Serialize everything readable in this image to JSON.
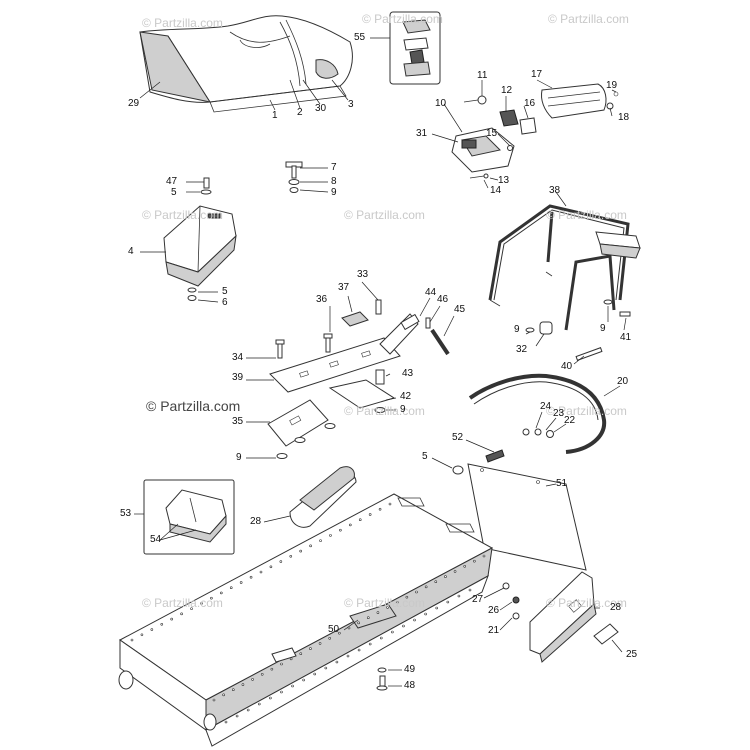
{
  "watermark": {
    "small": "© Partzilla.com",
    "main": "© Partzilla.com"
  },
  "callouts": [
    {
      "id": "c29",
      "text": "29"
    },
    {
      "id": "c1",
      "text": "1"
    },
    {
      "id": "c2",
      "text": "2"
    },
    {
      "id": "c30",
      "text": "30"
    },
    {
      "id": "c3",
      "text": "3"
    },
    {
      "id": "c55",
      "text": "55"
    },
    {
      "id": "c11",
      "text": "11"
    },
    {
      "id": "c12",
      "text": "12"
    },
    {
      "id": "c17",
      "text": "17"
    },
    {
      "id": "c19",
      "text": "19"
    },
    {
      "id": "c10",
      "text": "10"
    },
    {
      "id": "c16",
      "text": "16"
    },
    {
      "id": "c18",
      "text": "18"
    },
    {
      "id": "c31",
      "text": "31"
    },
    {
      "id": "c15",
      "text": "15"
    },
    {
      "id": "c13",
      "text": "13"
    },
    {
      "id": "c14",
      "text": "14"
    },
    {
      "id": "c7",
      "text": "7"
    },
    {
      "id": "c8",
      "text": "8"
    },
    {
      "id": "c9a",
      "text": "9"
    },
    {
      "id": "c47",
      "text": "47"
    },
    {
      "id": "c5a",
      "text": "5"
    },
    {
      "id": "c4",
      "text": "4"
    },
    {
      "id": "c5b",
      "text": "5"
    },
    {
      "id": "c6",
      "text": "6"
    },
    {
      "id": "c38",
      "text": "38"
    },
    {
      "id": "c33",
      "text": "33"
    },
    {
      "id": "c37",
      "text": "37"
    },
    {
      "id": "c44",
      "text": "44"
    },
    {
      "id": "c46",
      "text": "46"
    },
    {
      "id": "c36",
      "text": "36"
    },
    {
      "id": "c45",
      "text": "45"
    },
    {
      "id": "c9b",
      "text": "9"
    },
    {
      "id": "c9c",
      "text": "9"
    },
    {
      "id": "c41",
      "text": "41"
    },
    {
      "id": "c32",
      "text": "32"
    },
    {
      "id": "c34",
      "text": "34"
    },
    {
      "id": "c39",
      "text": "39"
    },
    {
      "id": "c43",
      "text": "43"
    },
    {
      "id": "c40",
      "text": "40"
    },
    {
      "id": "c20",
      "text": "20"
    },
    {
      "id": "c42",
      "text": "42"
    },
    {
      "id": "c9d",
      "text": "9"
    },
    {
      "id": "c35",
      "text": "35"
    },
    {
      "id": "c24",
      "text": "24"
    },
    {
      "id": "c23",
      "text": "23"
    },
    {
      "id": "c22",
      "text": "22"
    },
    {
      "id": "c9e",
      "text": "9"
    },
    {
      "id": "c52",
      "text": "52"
    },
    {
      "id": "c5c",
      "text": "5"
    },
    {
      "id": "c51",
      "text": "51"
    },
    {
      "id": "c53",
      "text": "53"
    },
    {
      "id": "c28a",
      "text": "28"
    },
    {
      "id": "c54",
      "text": "54"
    },
    {
      "id": "c27",
      "text": "27"
    },
    {
      "id": "c28b",
      "text": "28"
    },
    {
      "id": "c26",
      "text": "26"
    },
    {
      "id": "c21",
      "text": "21"
    },
    {
      "id": "c50",
      "text": "50"
    },
    {
      "id": "c25",
      "text": "25"
    },
    {
      "id": "c49",
      "text": "49"
    },
    {
      "id": "c48",
      "text": "48"
    }
  ]
}
